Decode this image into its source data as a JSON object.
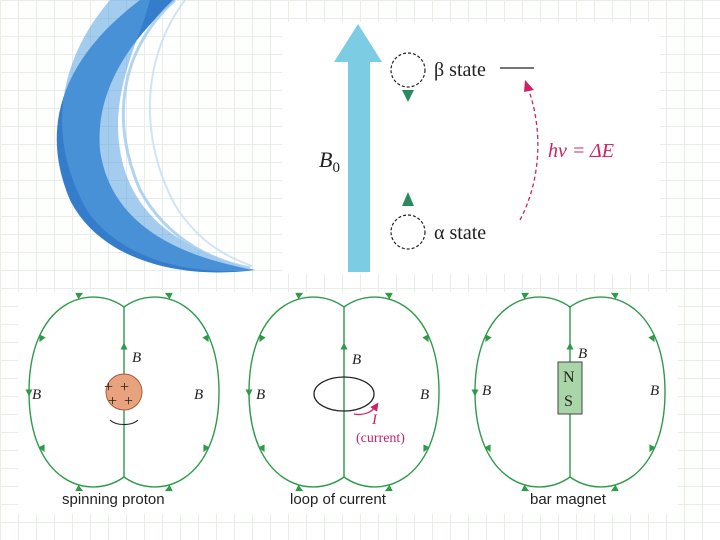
{
  "top": {
    "field_label_main": "B",
    "field_label_sub": "0",
    "beta_state": "β state",
    "alpha_state": "α state",
    "energy_label": "hν = ΔE"
  },
  "bottom": {
    "field_label": "B",
    "proton_charge": "+",
    "proton_caption": "spinning proton",
    "current_label": "I",
    "current_sub": "(current)",
    "loop_caption": "loop of current",
    "magnet_north": "N",
    "magnet_south": "S",
    "magnet_caption": "bar magnet"
  },
  "colors": {
    "field_arrow": "#7ccde3",
    "field_lines": "#2e9a4a",
    "proton": "#e8a37e",
    "magnet": "#a8d6a8",
    "transition_arrow": "#cc2266",
    "decor_blue": "#1f6fc4"
  }
}
